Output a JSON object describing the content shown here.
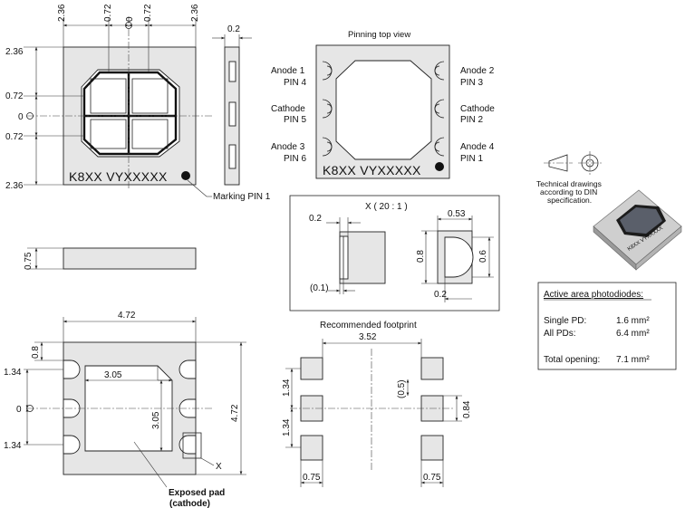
{
  "top_view": {
    "dim_2_36": "2.36",
    "dim_0_72": "0.72",
    "dim_0": "0",
    "marking_text": "K8XX VYXXXXX",
    "marking_pin1_label": "Marking PIN 1"
  },
  "side_view": {
    "dim_0_2": "0.2",
    "dim_0_75": "0.75"
  },
  "pinning": {
    "title": "Pinning top view",
    "marking_text": "K8XX VYXXXXX",
    "left_pins": [
      {
        "name": "Anode 1",
        "pin": "PIN 4"
      },
      {
        "name": "Cathode",
        "pin": "PIN 5"
      },
      {
        "name": "Anode 3",
        "pin": "PIN 6"
      }
    ],
    "right_pins": [
      {
        "name": "Anode 2",
        "pin": "PIN 3"
      },
      {
        "name": "Cathode",
        "pin": "PIN 2"
      },
      {
        "name": "Anode 4",
        "pin": "PIN 1"
      }
    ]
  },
  "detail_x": {
    "title": "X ( 20 : 1 )",
    "dim_0_2": "0.2",
    "dim_0_1": "(0.1)",
    "dim_0_53": "0.53",
    "dim_0_8": "0.8",
    "dim_0_6": "0.6"
  },
  "bottom_view": {
    "dim_4_72": "4.72",
    "dim_0_8": "0.8",
    "dim_1_34": "1.34",
    "dim_0": "0",
    "dim_3_05": "3.05",
    "x_label": "X",
    "exposed_pad_line1": "Exposed pad",
    "exposed_pad_line2": "(cathode)"
  },
  "footprint": {
    "title": "Recommended footprint",
    "dim_3_52": "3.52",
    "dim_1_34": "1.34",
    "dim_0_5": "(0.5)",
    "dim_0_84": "0.84",
    "dim_0_75": "0.75"
  },
  "technical": {
    "line1": "Technical drawings",
    "line2": "according to DIN",
    "line3": "specification.",
    "render_marking": "K8XX VYXXXXX"
  },
  "active_area": {
    "title": "Active area photodiodes:",
    "rows": [
      {
        "label": "Single PD:",
        "value": "1.6 mm²"
      },
      {
        "label": "All PDs:",
        "value": "6.4 mm²"
      },
      {
        "label": "Total opening:",
        "value": "7.1 mm²"
      }
    ]
  }
}
